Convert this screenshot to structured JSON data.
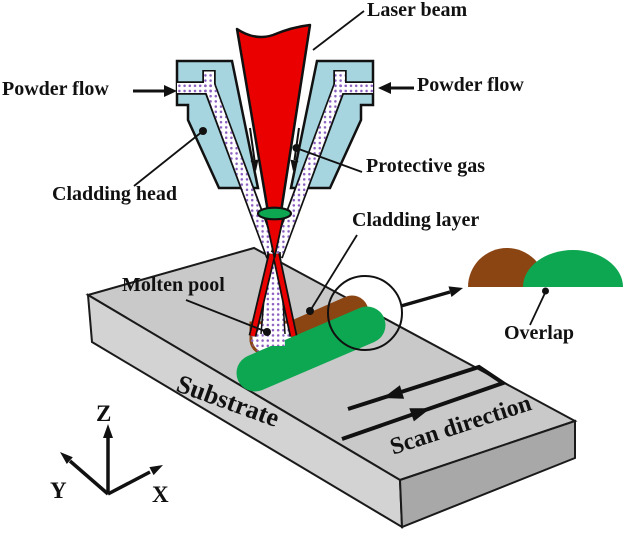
{
  "diagram": {
    "labels": {
      "laser_beam": "Laser beam",
      "powder_flow_left": "Powder flow",
      "powder_flow_right": "Powder flow",
      "cladding_head": "Cladding head",
      "protective_gas": "Protective gas",
      "cladding_layer": "Cladding layer",
      "molten_pool": "Molten pool",
      "substrate": "Substrate",
      "scan_direction": "Scan direction",
      "overlap": "Overlap"
    },
    "axes": {
      "z": "Z",
      "y": "Y",
      "x": "X"
    },
    "colors": {
      "laser_beam": "#EB0000",
      "cladding_head": "#A6D4DF",
      "powder_dots": "#8A5FC0",
      "lens_green": "#0CA750",
      "track_green": "#0CA750",
      "track_brown": "#8B4513",
      "substrate_top": "#C9C9C9",
      "substrate_left": "#D3D3D3",
      "substrate_right": "#A8A8A8",
      "outline": "#111111"
    }
  }
}
